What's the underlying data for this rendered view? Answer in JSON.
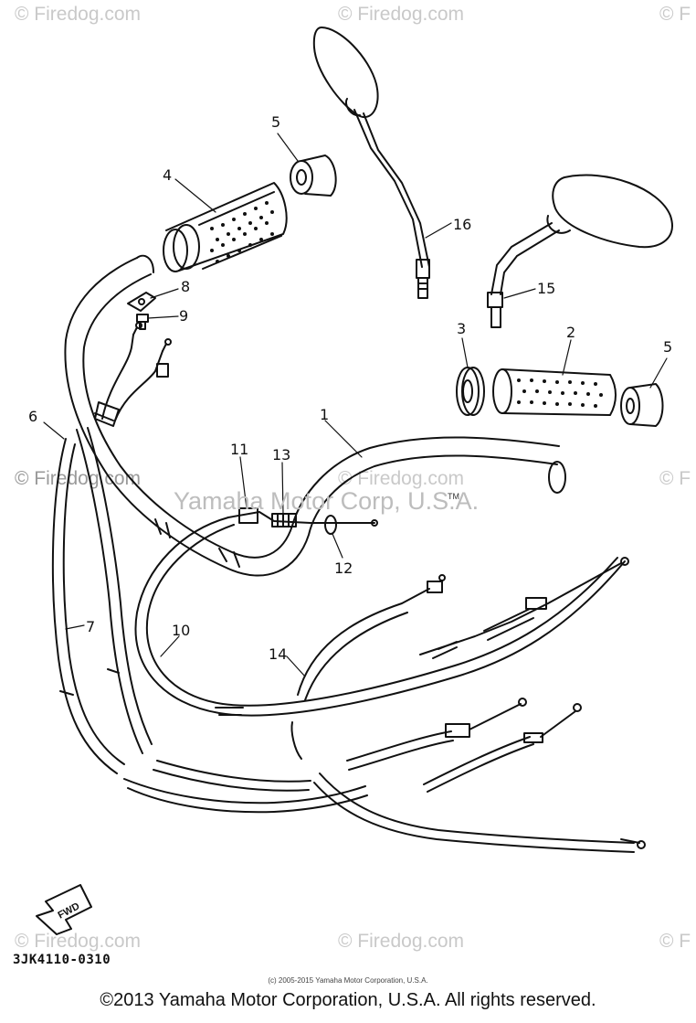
{
  "watermarks": {
    "top_left": "© Firedog.com",
    "top_center": "© Firedog.com",
    "top_right": "© F",
    "mid_left": "© Firedog.com",
    "mid_center": "© Firedog.com",
    "mid_right": "© F",
    "bottom_left": "© Firedog.com",
    "bottom_center": "© Firedog.com",
    "bottom_right": "© F"
  },
  "center_watermark": "Yamaha Motor Corp, U.S.A.",
  "trademark": "TM",
  "callouts": [
    "1",
    "2",
    "3",
    "4",
    "5",
    "5",
    "6",
    "7",
    "8",
    "9",
    "10",
    "11",
    "12",
    "13",
    "14",
    "15",
    "16"
  ],
  "fwd_label": "FWD",
  "part_code": "3JK4110-0310",
  "small_copyright": "(c) 2005-2015 Yamaha Motor Corporation, U.S.A.",
  "footer": "©2013 Yamaha Motor Corporation, U.S.A. All rights reserved."
}
